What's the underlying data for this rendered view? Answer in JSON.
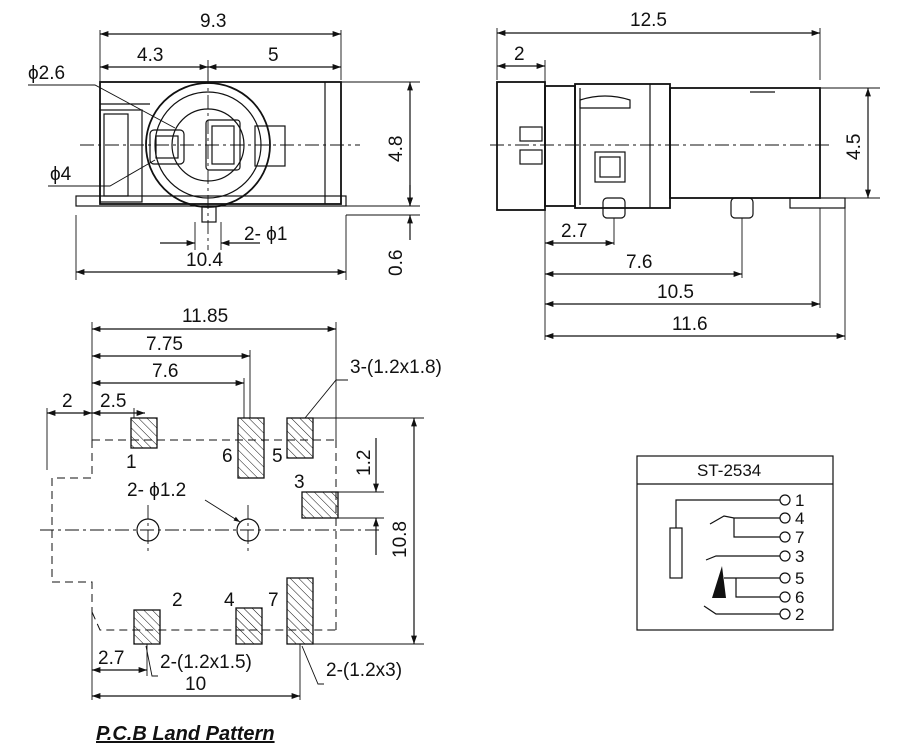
{
  "front_view": {
    "dim_total_width": "9.3",
    "dim_left": "4.3",
    "dim_right": "5",
    "dim_phi_inner": "ϕ2.6",
    "dim_phi_outer": "ϕ4",
    "dim_height": "4.8",
    "dim_pin_dia": "2- ϕ1",
    "dim_base_width": "10.4",
    "dim_pin_height": "0.6"
  },
  "side_view": {
    "dim_total_width": "12.5",
    "dim_front": "2",
    "dim_height": "4.5",
    "dim_pin1": "2.7",
    "dim_pin2": "7.6",
    "dim_pin3": "10.5",
    "dim_total_len": "11.6"
  },
  "land_pattern": {
    "title": "P.C.B Land Pattern",
    "dim_11_85": "11.85",
    "dim_7_75": "7.75",
    "dim_7_6": "7.6",
    "dim_2": "2",
    "dim_2_5": "2.5",
    "pad_label_3x": "3-(1.2x1.8)",
    "dim_1_2": "1.2",
    "dim_10_8": "10.8",
    "hole_label": "2- ϕ1.2",
    "pad_label_2x15": "2-(1.2x1.5)",
    "pad_label_2x3": "2-(1.2x3)",
    "dim_2_7": "2.7",
    "dim_10": "10",
    "pins": [
      "1",
      "6",
      "5",
      "3",
      "2",
      "4",
      "7"
    ]
  },
  "schematic": {
    "title": "ST-2534",
    "pins": [
      "1",
      "4",
      "7",
      "3",
      "5",
      "6",
      "2"
    ]
  }
}
